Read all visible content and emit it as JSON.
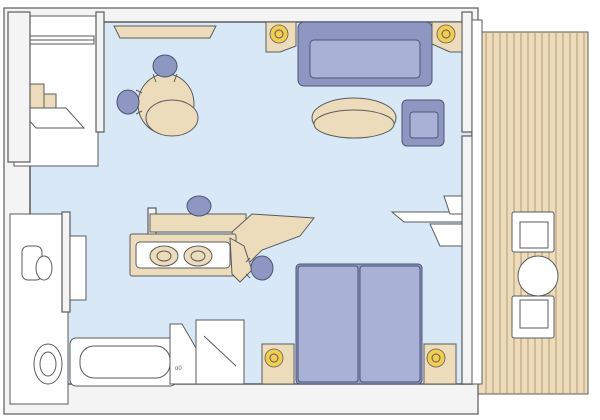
{
  "diagram": {
    "type": "cruise-cabin-floor-plan",
    "colors": {
      "floor": "#d8e8f7",
      "wall": "#f4f4f4",
      "wood": "#ecdcbc",
      "upholstery": "#8e97c2",
      "lamp": "#f3cc52",
      "outline": "#5b5b5b"
    },
    "rooms": [
      "closet",
      "bathroom",
      "living-area",
      "bedroom-area",
      "balcony"
    ],
    "furniture": [
      "sofa",
      "armchair",
      "coffee-table",
      "dining-table",
      "dining-chair",
      "vanity-desk",
      "double-sink",
      "desk-chair",
      "double-bed",
      "nightstand",
      "table-lamp",
      "bathtub",
      "toilet",
      "washbasin",
      "wardrobe-shelf",
      "balcony-chair",
      "balcony-table"
    ]
  }
}
